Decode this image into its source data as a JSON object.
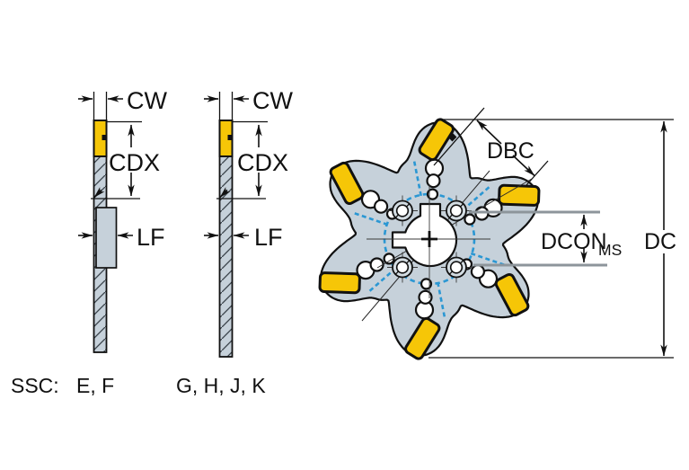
{
  "diagram": {
    "labels": {
      "cw": "CW",
      "cdx": "CDX",
      "lf": "LF",
      "dbc": "DBC",
      "dcon": "DCON",
      "dcon_subscript": "MS",
      "dc": "DC"
    },
    "ssc": {
      "label": "SSC:",
      "section_view_1_codes": "E, F",
      "section_view_2_codes": "G, H, J, K"
    },
    "colors": {
      "body": "#c6d1da",
      "insert_yellow": "#f6c607",
      "coolant_blue": "#2b97d3",
      "dimension_gray": "#8d959b",
      "outline_black": "#111111",
      "background": "#ffffff"
    }
  }
}
